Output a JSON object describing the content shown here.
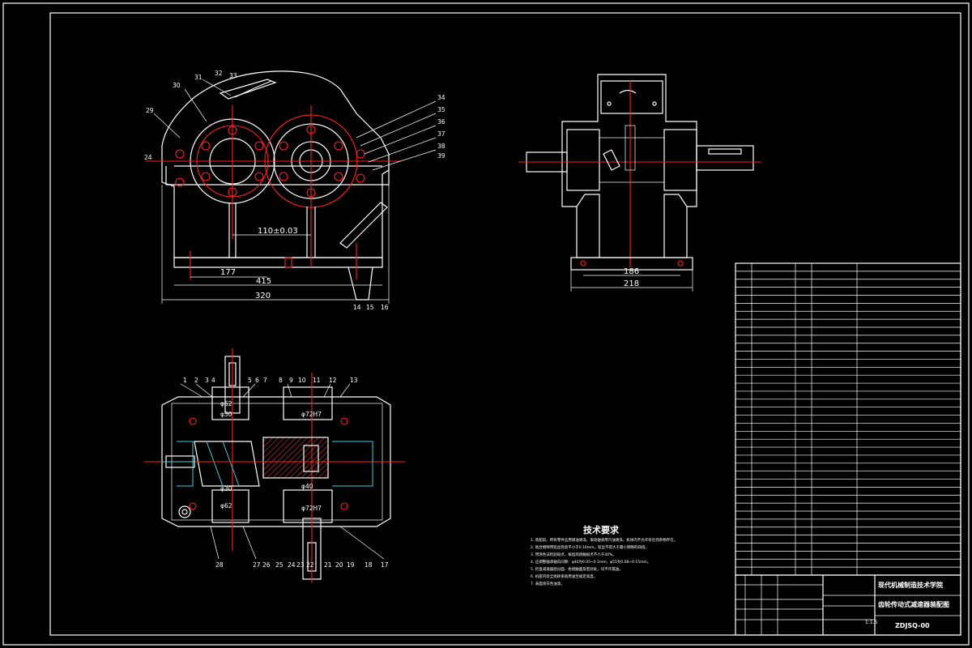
{
  "front_view": {
    "dims": {
      "center_distance": "110±0.03",
      "d177": "177",
      "d415": "415",
      "d320": "320"
    },
    "labels": [
      "29",
      "30",
      "31",
      "32",
      "33",
      "34",
      "35",
      "36",
      "37",
      "38",
      "39",
      "24",
      "14",
      "15",
      "16"
    ]
  },
  "side_view": {
    "dims": {
      "d186": "186",
      "d218": "218"
    }
  },
  "section_view": {
    "top_labels": [
      "1",
      "2",
      "3",
      "4",
      "5",
      "6",
      "7",
      "8",
      "9",
      "10",
      "11",
      "12",
      "13"
    ],
    "bottom_labels": [
      "28",
      "27",
      "26",
      "25",
      "24",
      "23",
      "22",
      "21",
      "20",
      "19",
      "18",
      "17"
    ],
    "fits": [
      "φ62",
      "φ30",
      "φ72H7",
      "φ40",
      "φ30",
      "φ62",
      "φ72H7"
    ]
  },
  "tech_requirements": {
    "title": "技术要求",
    "lines": [
      "1. 装配前，所有零件应用煤油清洗，滚动轴承用汽油清洗，机体内不允许有任何杂物存在。",
      "2. 啮合侧隙用铅丝检验不小于0.16mm，铅丝不得大于最小侧隙的四倍。",
      "3. 用涂色法检验斑点，按齿高接触斑点不小于40%。",
      "4. 应调整轴承轴向间隙：φ40为0.05~0.1mm，φ55为0.08~0.15mm。",
      "5. 检查减速器剖分面、各接触面及密封处，均不许漏油。",
      "6. 机座内装全损耗系统用油至规定高度。",
      "7. 表面涂灰色油漆。"
    ]
  },
  "title_block": {
    "school": "现代机械制造技术学院",
    "drawing_name": "齿轮传动式减速器装配图",
    "scale": "1:1.5",
    "drawing_no": "ZDJSQ-00"
  }
}
